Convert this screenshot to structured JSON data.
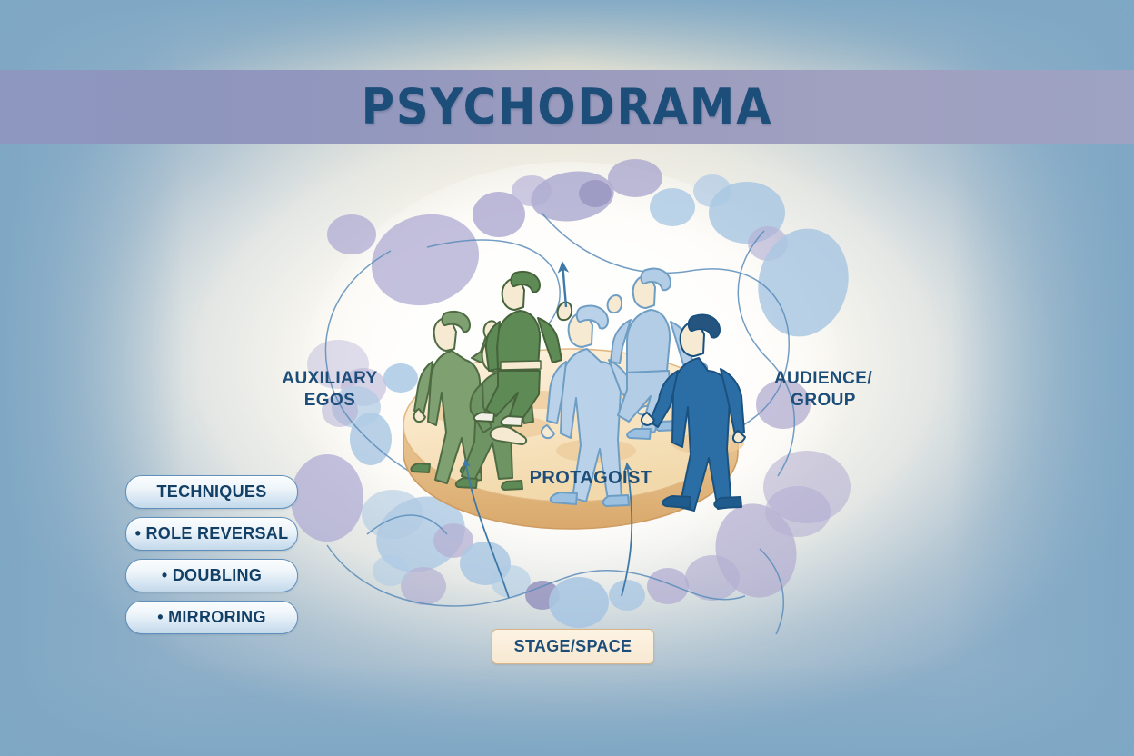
{
  "title": {
    "text": "PSYCHODRAMA",
    "banner_color": "#9a9bbe",
    "text_color": "#1d4e79"
  },
  "labels": {
    "auxiliary_egos": "AUXILIARY\nEGOS",
    "audience_group": "AUDIENCE/\nGROUP",
    "protagonist": "PROTAGOIST",
    "stage_space": "STAGE/SPACE"
  },
  "techniques": {
    "heading": "TECHNIQUES",
    "items": [
      {
        "label": "• ROLE REVERSAL"
      },
      {
        "label": "• DOUBLING"
      },
      {
        "label": "• MIRRORING"
      }
    ]
  },
  "colors": {
    "title_navy": "#1d4e79",
    "banner_lavender": "#9a9bbe",
    "stage_top": "#f8e6c7",
    "stage_rim": "#e2b983",
    "auxiliary_green": "#7fa171",
    "protagonist_blue": "#b9d2e9",
    "audience_dark_blue": "#2b6ea6",
    "bubble_lavender": "#aeaad2",
    "bubble_blue": "#a9c8e4",
    "line_blue": "#5a8cba",
    "chip_cream": "#f7e9d2",
    "chip_border": "#d6b588",
    "pill_border": "#5f8fba",
    "background_edge": "#7ea7c4"
  },
  "scene": {
    "figures": [
      {
        "name": "auxiliary-ego-left",
        "group": "auxiliary",
        "color": "#7fa171"
      },
      {
        "name": "auxiliary-ego-crouching",
        "group": "auxiliary",
        "color": "#6f9463"
      },
      {
        "name": "auxiliary-ego-raised-arm",
        "group": "auxiliary",
        "color": "#5e8a55"
      },
      {
        "name": "protagonist-center",
        "group": "protagonist",
        "color": "#b9d2e9"
      },
      {
        "name": "audience-member-light",
        "group": "audience",
        "color": "#b4cde6"
      },
      {
        "name": "audience-member-dark",
        "group": "audience",
        "color": "#2b6ea6"
      }
    ],
    "stage_shape": "ellipse-platform",
    "arrows": 3
  }
}
